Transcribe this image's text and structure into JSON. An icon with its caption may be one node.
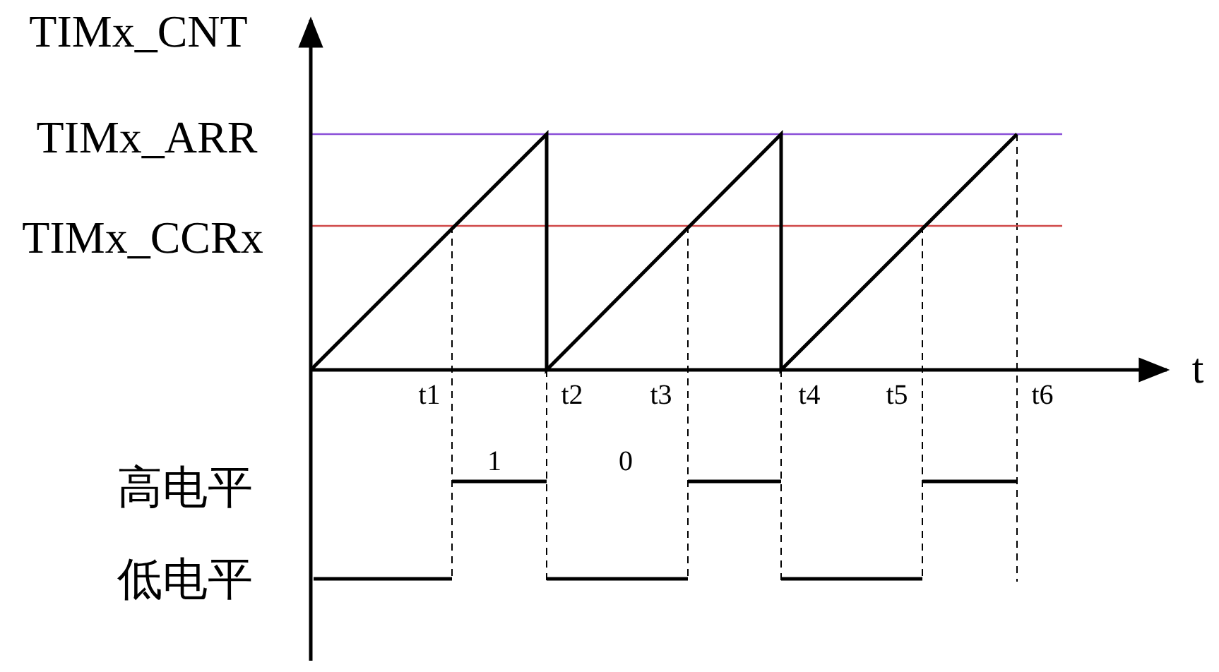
{
  "diagram": {
    "labels": [
      "TIMx_CNT",
      "TIMx_ARR",
      "TIMx_CCRx",
      "t1",
      "t2",
      "t3",
      "t4",
      "t5",
      "t6",
      "t",
      "1",
      "0",
      "高电平",
      "低电平"
    ]
  }
}
